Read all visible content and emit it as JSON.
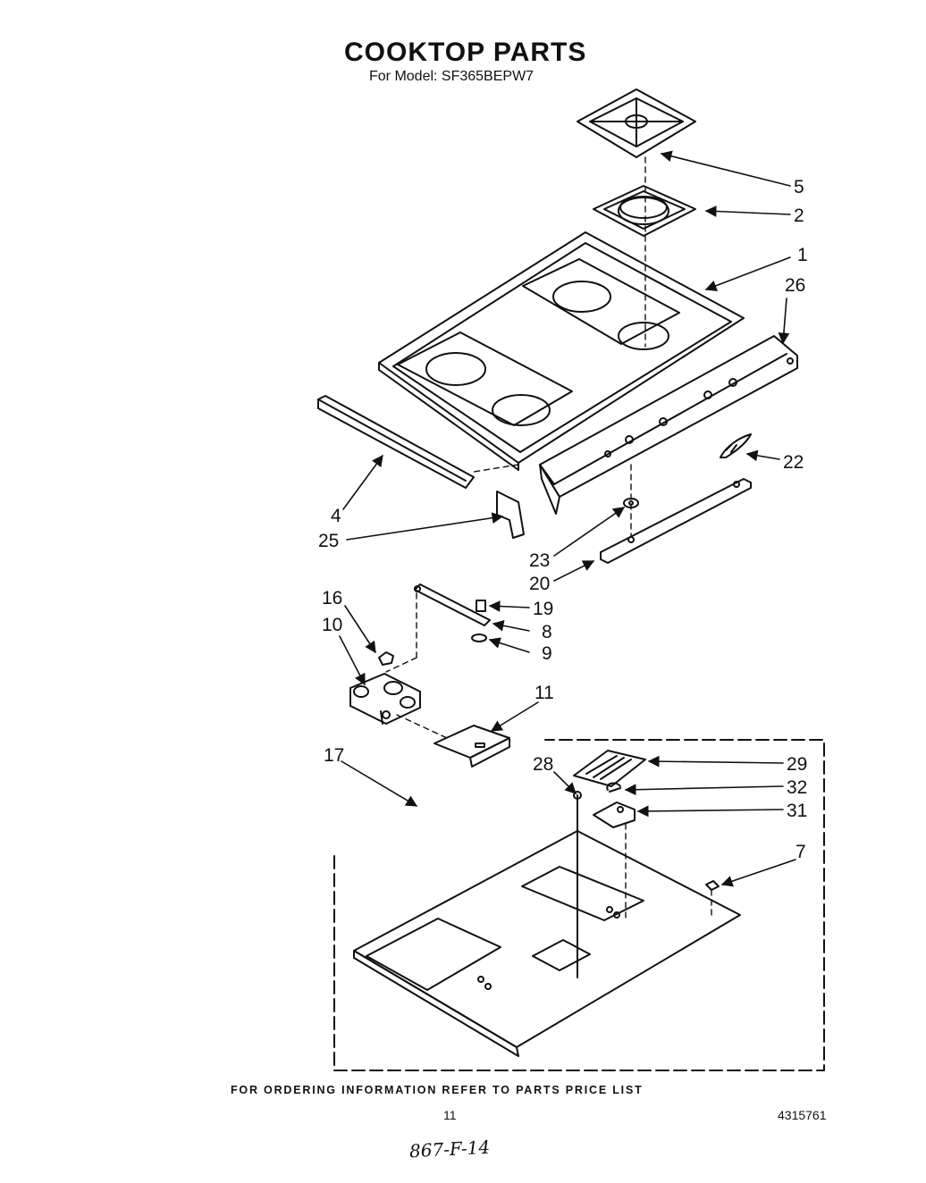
{
  "header": {
    "title": "COOKTOP PARTS",
    "subtitle": "For Model: SF365BEPW7"
  },
  "callouts": [
    "5",
    "2",
    "1",
    "26",
    "22",
    "4",
    "25",
    "23",
    "20",
    "16",
    "19",
    "10",
    "8",
    "9",
    "11",
    "17",
    "28",
    "29",
    "32",
    "31",
    "7"
  ],
  "footer": {
    "note": "FOR ORDERING INFORMATION REFER TO PARTS PRICE LIST",
    "page_number": "11",
    "document_number": "4315761",
    "handwritten": "867-F-14"
  }
}
